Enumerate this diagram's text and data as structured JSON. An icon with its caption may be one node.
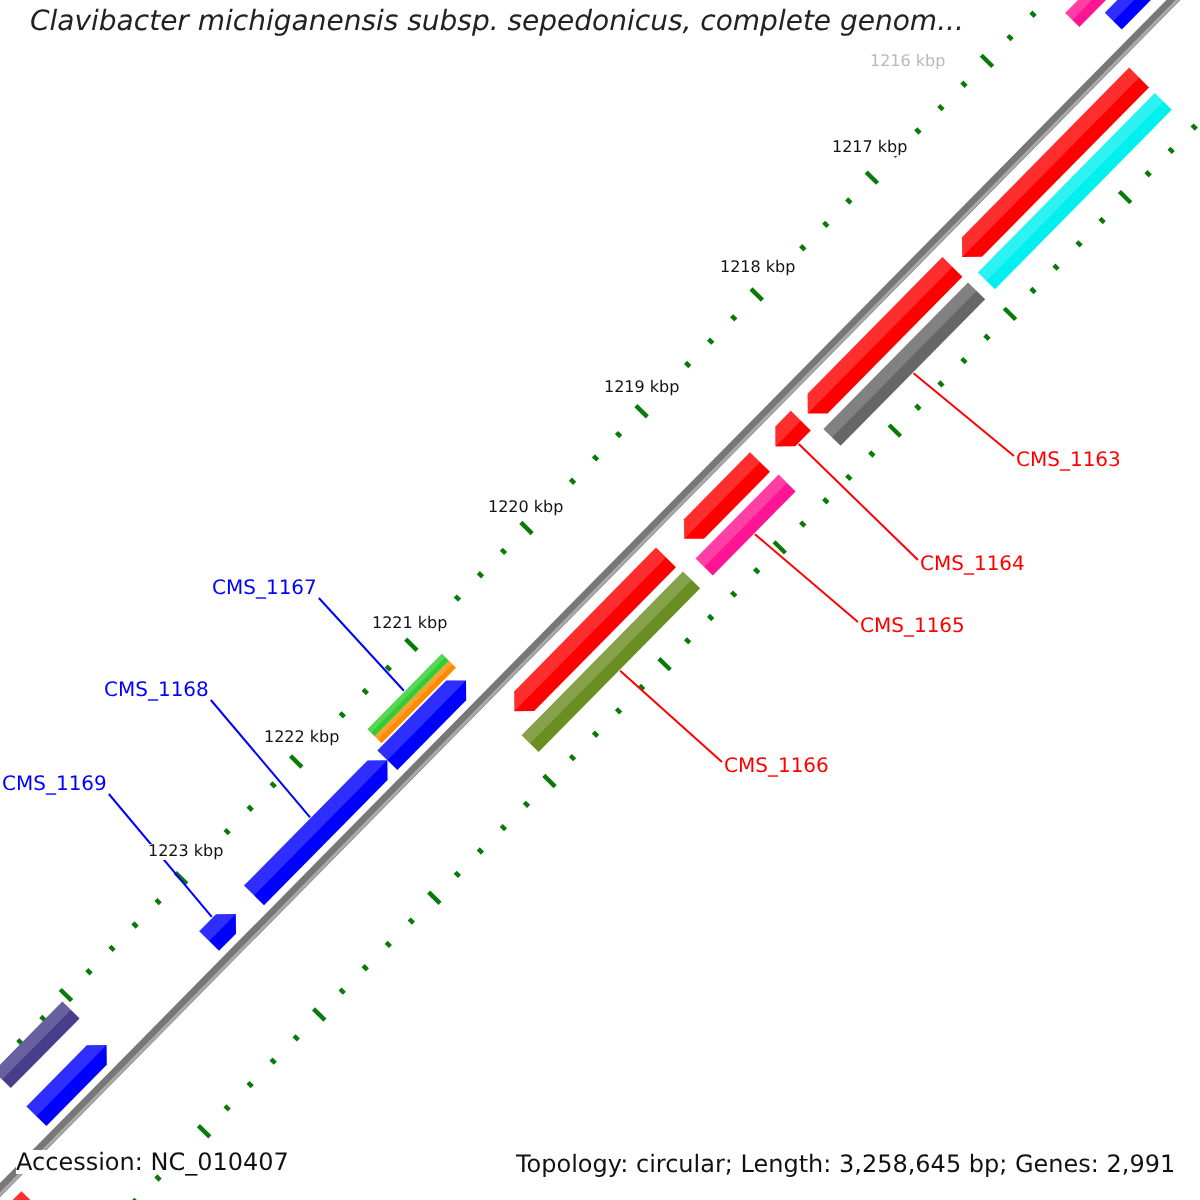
{
  "diagram": {
    "title": "Clavibacter michiganensis subsp. sepedonicus, complete genom...",
    "nodes": [
      {
        "text": [
          "CMS_1163"
        ]
      },
      {
        "text": [
          "CMS_1164"
        ]
      },
      {
        "text": [
          "CMS_1165"
        ]
      },
      {
        "text": [
          "CMS_1166"
        ]
      },
      {
        "text": [
          "CMS_1167"
        ]
      },
      {
        "text": [
          "CMS_1168"
        ]
      },
      {
        "text": [
          "CMS_1169"
        ]
      },
      {
        "text": [],
        "shape": "bar"
      },
      {
        "text": [],
        "shape": "arrow"
      },
      {
        "text": [],
        "shape": "bar"
      },
      {
        "text": [],
        "shape": "bar"
      },
      {
        "text": [],
        "shape": "bar"
      },
      {
        "text": [],
        "shape": "arrow"
      },
      {
        "text": [],
        "shape": "arrow"
      }
    ],
    "edges": [
      {
        "from": 0,
        "to": 7,
        "arrow": "none"
      },
      {
        "from": 1,
        "to": 8,
        "arrow": "none"
      },
      {
        "from": 2,
        "to": 9,
        "arrow": "none"
      },
      {
        "from": 3,
        "to": 10,
        "arrow": "none"
      },
      {
        "from": 4,
        "to": 11,
        "arrow": "none",
        "color": "#0000ff"
      },
      {
        "from": 5,
        "to": 12,
        "arrow": "none",
        "color": "#0000ff"
      },
      {
        "from": 6,
        "to": 13,
        "arrow": "none",
        "color": "#0000ff"
      }
    ],
    "labels": [
      "1216 kbp",
      "1217 kbp",
      "1218 kbp",
      "1219 kbp",
      "1220 kbp",
      "1221 kbp",
      "1222 kbp",
      "1223 kbp",
      "Accession: NC_010407",
      "Topology: circular; Length: 3,258,645 bp; Genes: 2,991"
    ]
  }
}
